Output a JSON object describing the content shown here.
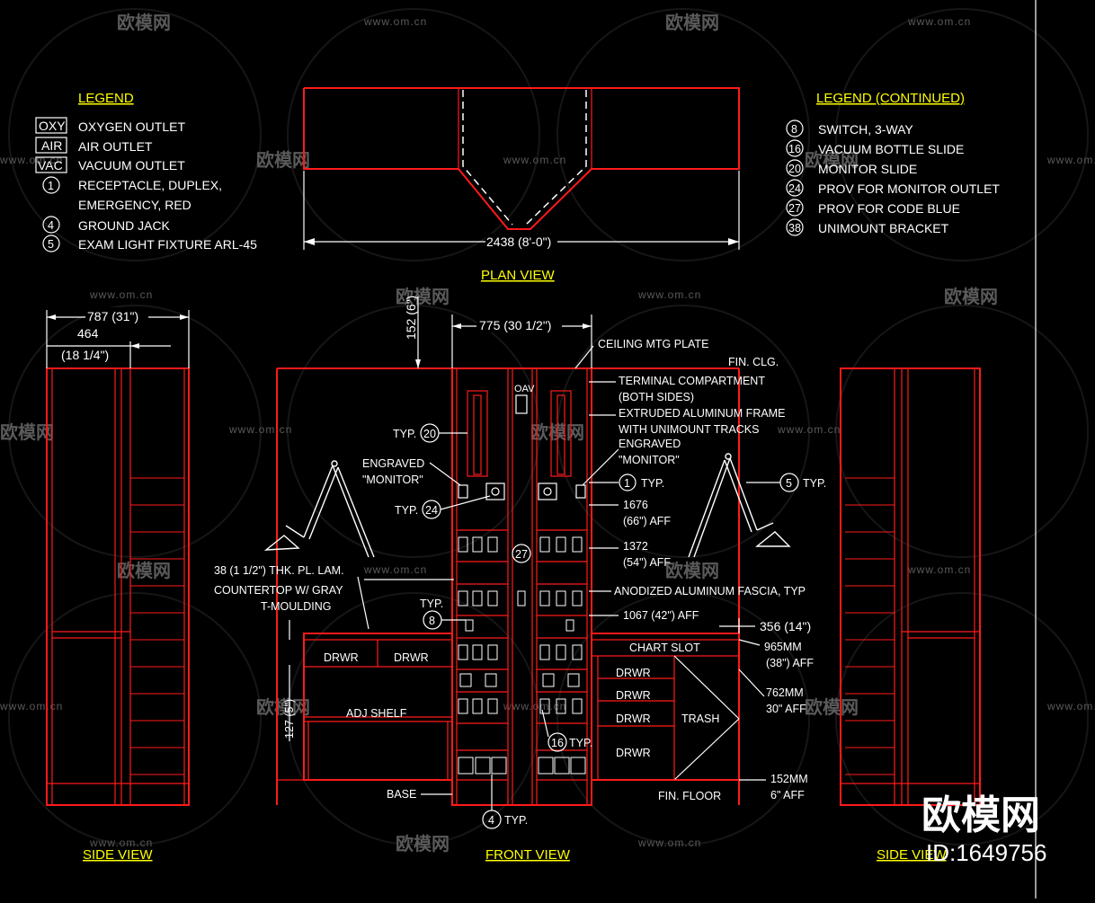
{
  "legend": {
    "title": "LEGEND",
    "items": [
      {
        "code": "OXY",
        "label": "OXYGEN OUTLET"
      },
      {
        "code": "AIR",
        "label": "AIR OUTLET"
      },
      {
        "code": "VAC",
        "label": "VACUUM OUTLET"
      },
      {
        "code": "1",
        "label": "RECEPTACLE, DUPLEX,",
        "label2": "EMERGENCY, RED"
      },
      {
        "code": "4",
        "label": "GROUND JACK"
      },
      {
        "code": "5",
        "label": "EXAM LIGHT FIXTURE ARL-45"
      }
    ]
  },
  "legend_continued": {
    "title": "LEGEND (CONTINUED)",
    "items": [
      {
        "code": "8",
        "label": "SWITCH, 3-WAY"
      },
      {
        "code": "16",
        "label": "VACUUM BOTTLE SLIDE"
      },
      {
        "code": "20",
        "label": "MONITOR SLIDE"
      },
      {
        "code": "24",
        "label": "PROV FOR MONITOR OUTLET"
      },
      {
        "code": "27",
        "label": "PROV FOR CODE BLUE"
      },
      {
        "code": "38",
        "label": "UNIMOUNT BRACKET"
      }
    ]
  },
  "plan": {
    "dimension": "2438 (8'-0\")",
    "title": "PLAN VIEW"
  },
  "views": {
    "side_left": "SIDE VIEW",
    "front": "FRONT VIEW",
    "side_right": "SIDE VIEW"
  },
  "side_dims": {
    "overall": "787 (31\")",
    "inner": "464",
    "inner_imperial": "(18 1/4\")"
  },
  "front": {
    "width_dim": "775 (30 1/2\")",
    "height_dim": "152 (6\")",
    "ceiling": "CEILING MTG PLATE",
    "fin_clg": "FIN. CLG.",
    "terminal": "TERMINAL COMPARTMENT",
    "terminal2": "(BOTH SIDES)",
    "extruded": "EXTRUDED ALUMINUM FRAME",
    "extruded2": "WITH UNIMOUNT TRACKS",
    "engraved_r": "ENGRAVED",
    "monitor_r": "\"MONITOR\"",
    "engraved_l": "ENGRAVED",
    "monitor_l": "\"MONITOR\"",
    "typ": "TYP.",
    "d1676": "1676",
    "d1676b": "(66\") AFF",
    "d1372": "1372",
    "d1372b": "(54\") AFF",
    "fascia": "ANODIZED ALUMINUM FASCIA, TYP",
    "d1067": "1067 (42\") AFF",
    "d356": "356 (14\")",
    "d965": "965MM",
    "d965b": "(38\") AFF",
    "d762": "762MM",
    "d762b": "30\" AFF",
    "d152": "152MM",
    "d152b": "6\" AFF",
    "countertop1": "38 (1 1/2\") THK. PL. LAM.",
    "countertop2": "COUNTERTOP W/ GRAY",
    "countertop3": "T-MOULDING",
    "d127": "127 (5\")",
    "drwr": "DRWR",
    "adj_shelf": "ADJ SHELF",
    "chart_slot": "CHART SLOT",
    "trash": "TRASH",
    "base": "BASE",
    "fin_floor": "FIN. FLOOR",
    "oav": "OAV"
  },
  "watermark": {
    "brand": "欧模网",
    "site": "www.om.cn",
    "id": "ID:1649756"
  }
}
